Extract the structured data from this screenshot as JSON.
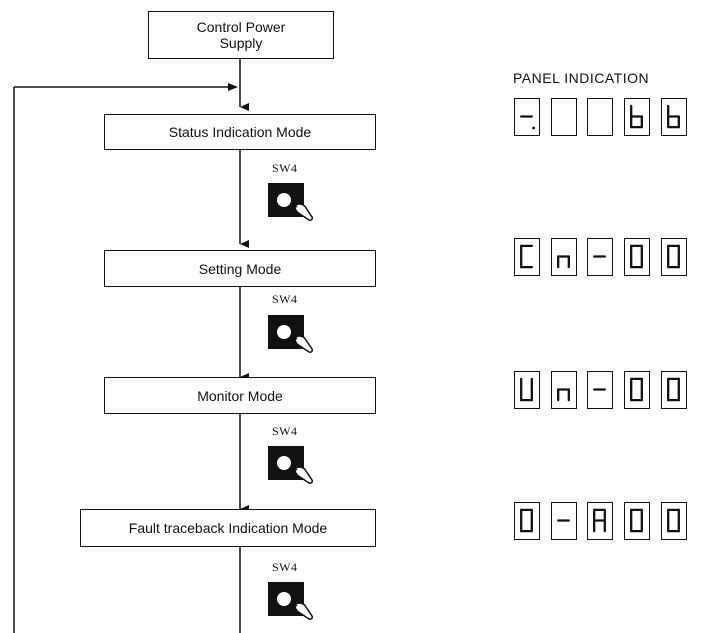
{
  "nodes": {
    "power_line1": "Control Power",
    "power_line2": "Supply",
    "status_mode": "Status Indication Mode",
    "setting_mode": "Setting Mode",
    "monitor_mode": "Monitor Mode",
    "fault_mode": "Fault traceback Indication Mode"
  },
  "switches": [
    "SW4",
    "SW4",
    "SW4",
    "SW4"
  ],
  "panel": {
    "title": "PANEL INDICATION",
    "rows": [
      [
        "-.",
        "",
        "",
        "b",
        "b"
      ],
      [
        "C",
        "n",
        "-",
        "0",
        "0"
      ],
      [
        "U",
        "n",
        "-",
        "0",
        "0"
      ],
      [
        "0",
        "-",
        "A",
        "0",
        "0"
      ]
    ]
  },
  "colors": {
    "line": "#111111",
    "button": "#111111"
  }
}
